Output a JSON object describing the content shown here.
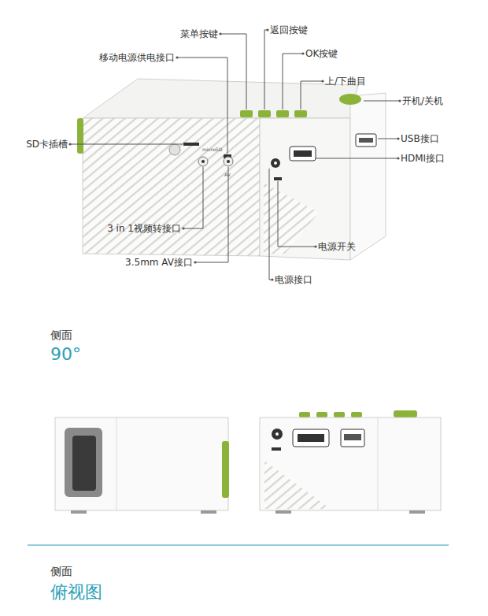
{
  "diagram": {
    "labels": [
      "菜单按键",
      "返回按键",
      "移动电源供电接口",
      "OK按键",
      "上/下曲目",
      "开机/关机",
      "SD卡插槽",
      "USB接口",
      "HDMI接口",
      "microSD",
      "AV",
      "3 in 1视频转接口",
      "电源开关",
      "3.5mm AV接口",
      "电源接口",
      "侧面",
      "90°",
      "侧面",
      "俯视图"
    ]
  }
}
